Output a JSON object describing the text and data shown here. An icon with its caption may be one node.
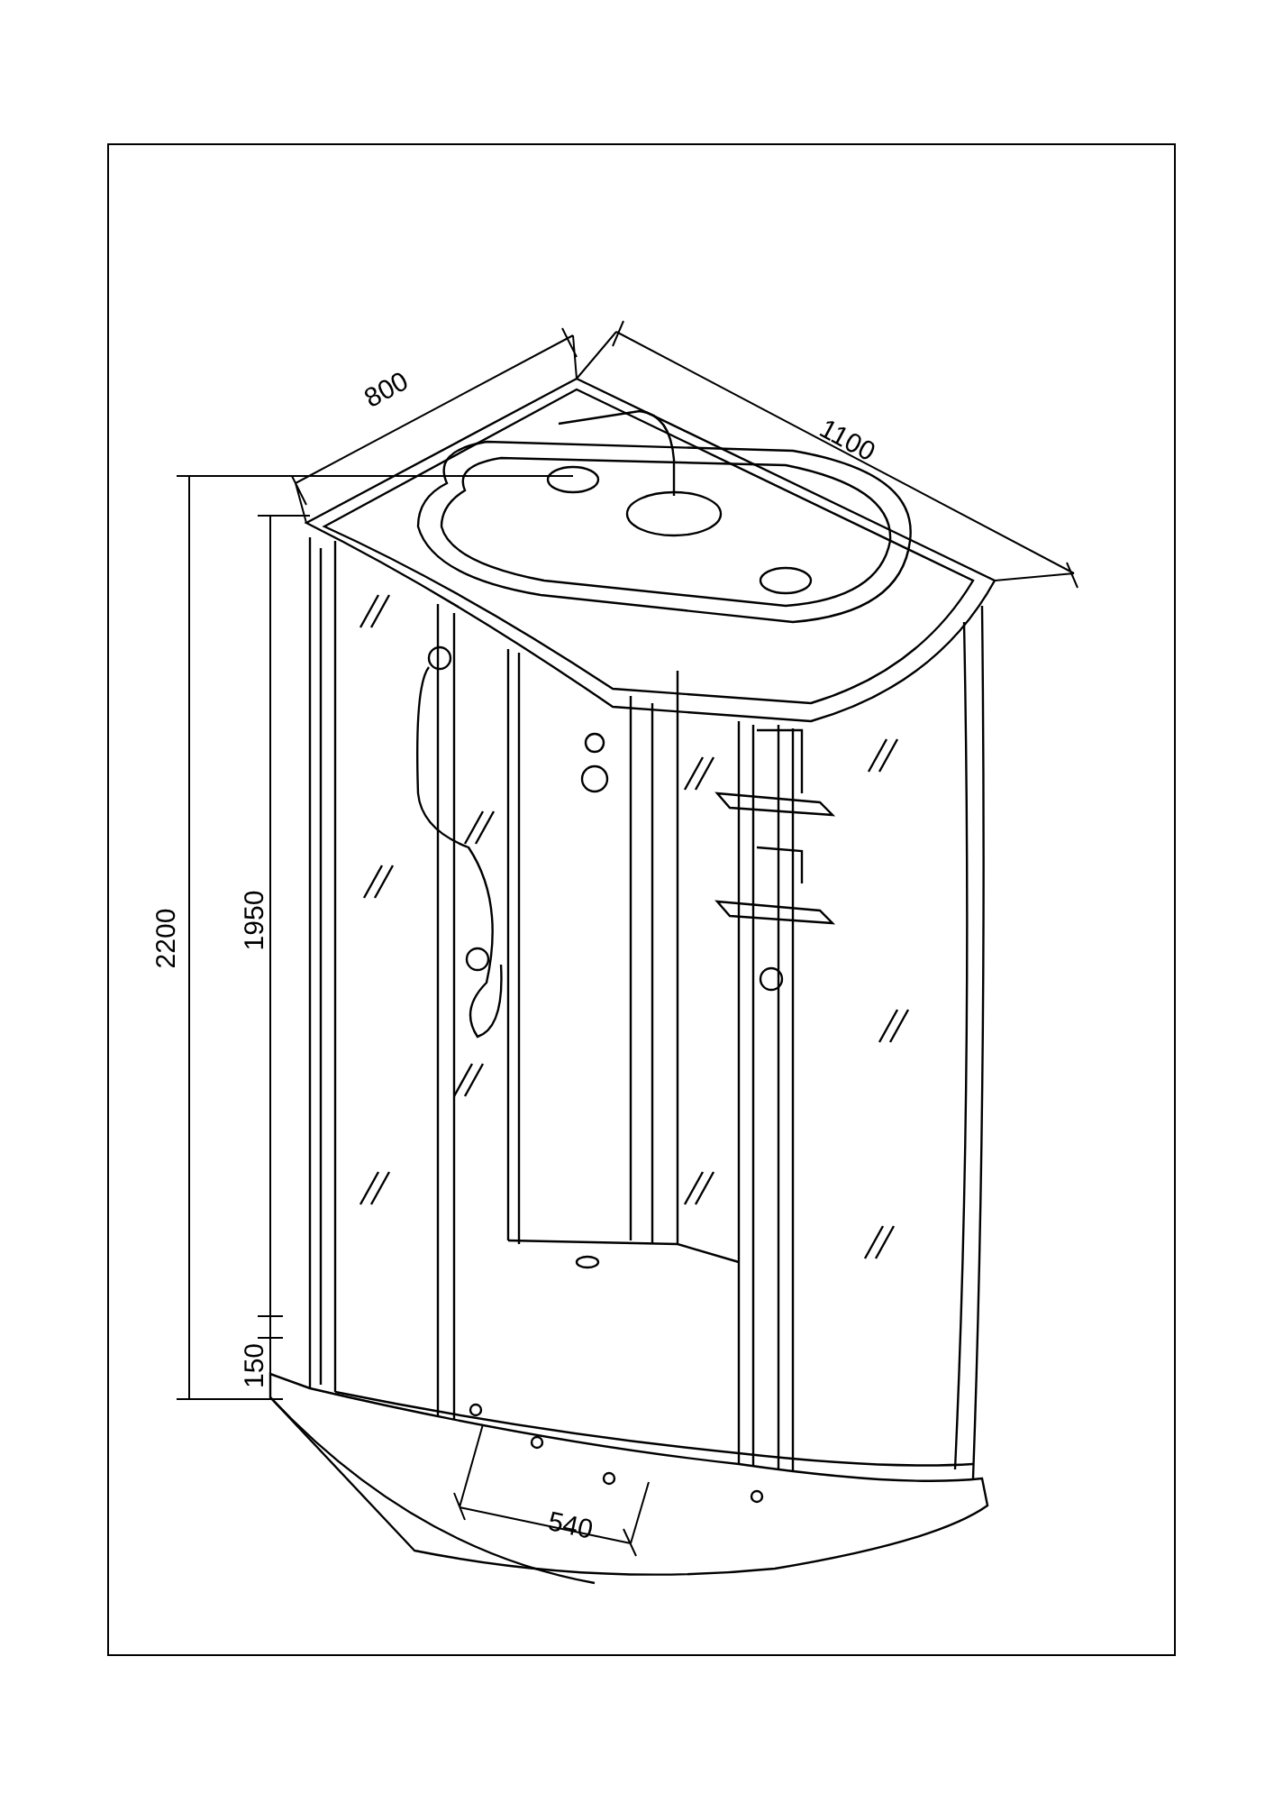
{
  "diagram": {
    "labels": [
      "800",
      "1100",
      "2200",
      "1950",
      "150",
      "540"
    ]
  }
}
